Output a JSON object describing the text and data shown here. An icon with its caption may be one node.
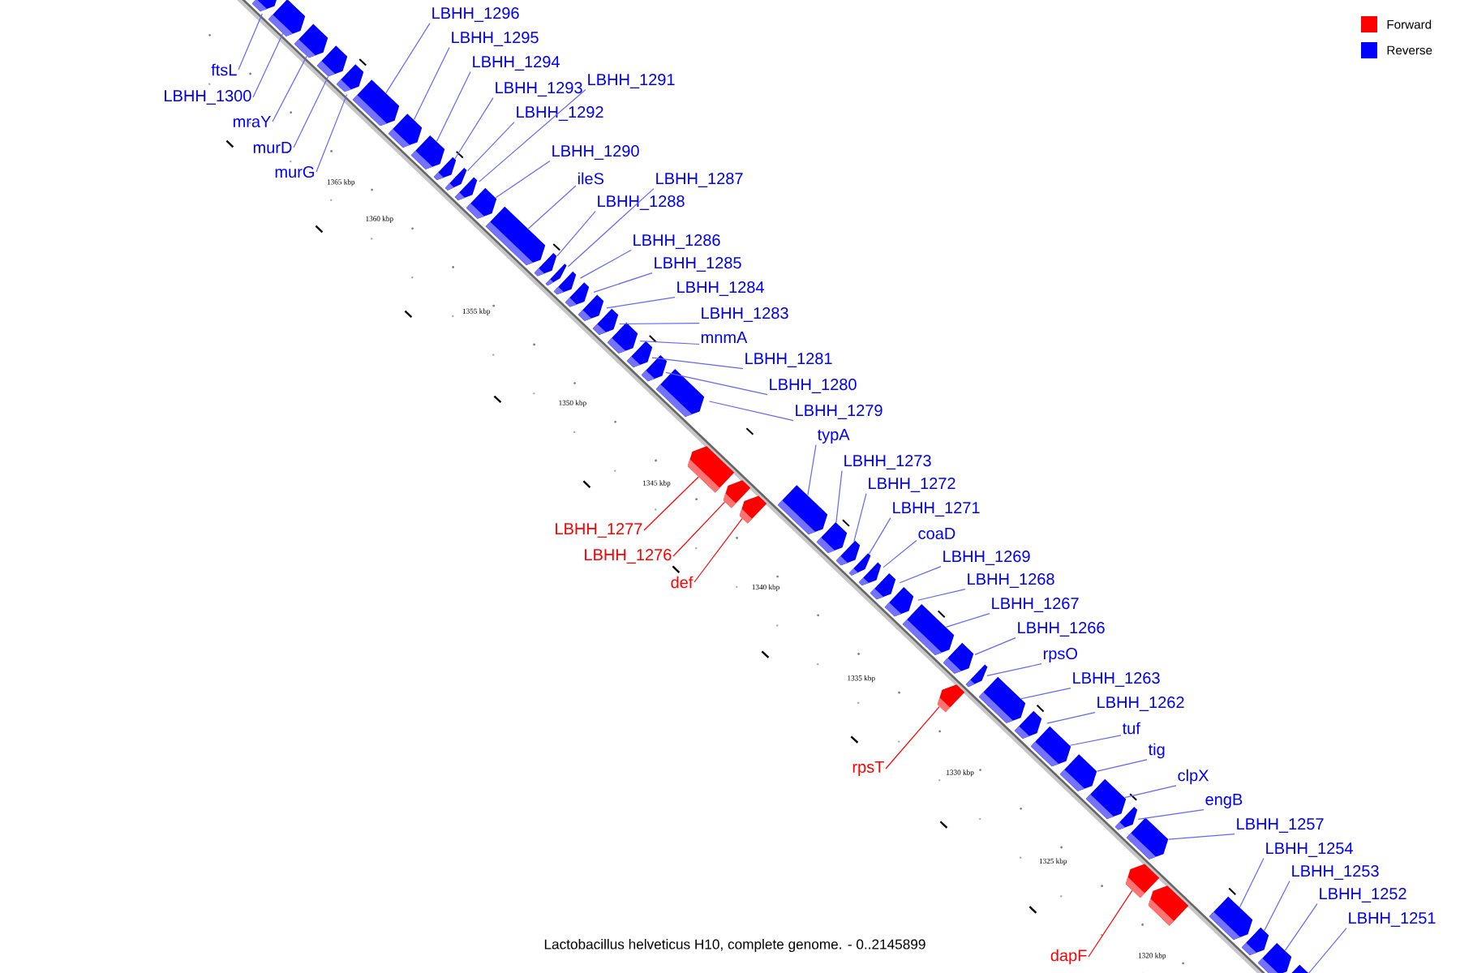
{
  "diagram": {
    "caption": "Lactobacillus helveticus H10, complete genome. - 0..2145899",
    "nodes": [
      {
        "text": [
          "LBHH_1296"
        ]
      },
      {
        "text": [
          "LBHH_1295"
        ]
      },
      {
        "text": [
          "LBHH_1294"
        ]
      },
      {
        "text": [
          "LBHH_1293"
        ]
      },
      {
        "text": [
          "LBHH_1291"
        ]
      },
      {
        "text": [
          "LBHH_1292"
        ]
      },
      {
        "text": [
          "LBHH_1290"
        ]
      },
      {
        "text": [
          "ileS"
        ]
      },
      {
        "text": [
          "LBHH_1287"
        ]
      },
      {
        "text": [
          "LBHH_1288"
        ]
      },
      {
        "text": [
          "LBHH_1286"
        ]
      },
      {
        "text": [
          "LBHH_1285"
        ]
      },
      {
        "text": [
          "LBHH_1284"
        ]
      },
      {
        "text": [
          "LBHH_1283"
        ]
      },
      {
        "text": [
          "mnmA"
        ]
      },
      {
        "text": [
          "LBHH_1281"
        ]
      },
      {
        "text": [
          "LBHH_1280"
        ]
      },
      {
        "text": [
          "LBHH_1279"
        ]
      },
      {
        "text": [
          "typA"
        ]
      },
      {
        "text": [
          "LBHH_1273"
        ]
      },
      {
        "text": [
          "LBHH_1272"
        ]
      },
      {
        "text": [
          "LBHH_1271"
        ]
      },
      {
        "text": [
          "coaD"
        ]
      },
      {
        "text": [
          "LBHH_1269"
        ]
      },
      {
        "text": [
          "LBHH_1268"
        ]
      },
      {
        "text": [
          "LBHH_1267"
        ]
      },
      {
        "text": [
          "LBHH_1266"
        ]
      },
      {
        "text": [
          "rpsO"
        ]
      },
      {
        "text": [
          "LBHH_1263"
        ]
      },
      {
        "text": [
          "LBHH_1262"
        ]
      },
      {
        "text": [
          "tuf"
        ]
      },
      {
        "text": [
          "tig"
        ]
      },
      {
        "text": [
          "clpX"
        ]
      },
      {
        "text": [
          "engB"
        ]
      },
      {
        "text": [
          "LBHH_1257"
        ]
      },
      {
        "text": [
          "LBHH_1254"
        ]
      },
      {
        "text": [
          "LBHH_1253"
        ]
      },
      {
        "text": [
          "LBHH_1252"
        ]
      },
      {
        "text": [
          "LBHH_1251"
        ]
      },
      {
        "text": [
          "ftsL"
        ]
      },
      {
        "text": [
          "LBHH_1300"
        ]
      },
      {
        "text": [
          "mraY"
        ]
      },
      {
        "text": [
          "murD"
        ]
      },
      {
        "text": [
          "murG"
        ]
      },
      {
        "text": [
          "LBHH_1277"
        ]
      },
      {
        "text": [
          "LBHH_1276"
        ]
      },
      {
        "text": [
          "def"
        ]
      },
      {
        "text": [
          "rpsT"
        ]
      },
      {
        "text": [
          "dapF"
        ]
      },
      {
        "text": [],
        "shape": "box"
      },
      {
        "text": [],
        "shape": "box"
      },
      {
        "text": [],
        "shape": "box"
      },
      {
        "text": [],
        "shape": "box"
      },
      {
        "text": [],
        "shape": "box"
      },
      {
        "text": [],
        "shape": "box"
      },
      {
        "text": [],
        "shape": "box"
      },
      {
        "text": [],
        "shape": "box"
      },
      {
        "text": [],
        "shape": "box"
      },
      {
        "text": [],
        "shape": "box"
      },
      {
        "text": [],
        "shape": "box"
      },
      {
        "text": [],
        "shape": "box"
      },
      {
        "text": [],
        "shape": "box"
      },
      {
        "text": [],
        "shape": "box"
      },
      {
        "text": [],
        "shape": "box"
      },
      {
        "text": [],
        "shape": "box"
      },
      {
        "text": [],
        "shape": "box"
      },
      {
        "text": [],
        "shape": "box"
      },
      {
        "text": [],
        "shape": "box"
      },
      {
        "text": [],
        "shape": "box"
      },
      {
        "text": [],
        "shape": "box"
      },
      {
        "text": [],
        "shape": "box"
      },
      {
        "text": [],
        "shape": "box"
      },
      {
        "text": [],
        "shape": "box"
      },
      {
        "text": [],
        "shape": "box"
      },
      {
        "text": [],
        "shape": "box"
      },
      {
        "text": [],
        "shape": "box"
      },
      {
        "text": [],
        "shape": "box"
      },
      {
        "text": [],
        "shape": "box"
      },
      {
        "text": [],
        "shape": "box"
      },
      {
        "text": [],
        "shape": "box"
      },
      {
        "text": [],
        "shape": "box"
      },
      {
        "text": [],
        "shape": "box"
      },
      {
        "text": [],
        "shape": "box"
      },
      {
        "text": [],
        "shape": "box"
      },
      {
        "text": [],
        "shape": "box"
      },
      {
        "text": [],
        "shape": "box"
      },
      {
        "text": [],
        "shape": "box"
      },
      {
        "text": [],
        "shape": "box"
      },
      {
        "text": [],
        "shape": "box"
      },
      {
        "text": [],
        "shape": "box"
      },
      {
        "text": [],
        "shape": "box"
      },
      {
        "text": [],
        "shape": "box"
      },
      {
        "text": [],
        "shape": "box"
      },
      {
        "text": [],
        "shape": "box"
      },
      {
        "text": [],
        "shape": "box"
      },
      {
        "text": [],
        "shape": "box"
      },
      {
        "text": [],
        "shape": "box"
      },
      {
        "text": [],
        "shape": "box"
      },
      {
        "text": [],
        "shape": "box"
      }
    ],
    "edges": [
      {
        "from": 0,
        "to": 54,
        "arrow": "none"
      },
      {
        "from": 1,
        "to": 55,
        "arrow": "none"
      },
      {
        "from": 2,
        "to": 56,
        "arrow": "none"
      },
      {
        "from": 3,
        "to": 57,
        "arrow": "none"
      },
      {
        "from": 4,
        "to": 59,
        "arrow": "none"
      },
      {
        "from": 5,
        "to": 58,
        "arrow": "none"
      },
      {
        "from": 6,
        "to": 60,
        "arrow": "none"
      },
      {
        "from": 7,
        "to": 61,
        "arrow": "none"
      },
      {
        "from": 8,
        "to": 63,
        "arrow": "none"
      },
      {
        "from": 9,
        "to": 62,
        "arrow": "none"
      },
      {
        "from": 10,
        "to": 64,
        "arrow": "none"
      },
      {
        "from": 11,
        "to": 65,
        "arrow": "none"
      },
      {
        "from": 12,
        "to": 66,
        "arrow": "none"
      },
      {
        "from": 13,
        "to": 67,
        "arrow": "none"
      },
      {
        "from": 14,
        "to": 68,
        "arrow": "none"
      },
      {
        "from": 15,
        "to": 69,
        "arrow": "none"
      },
      {
        "from": 16,
        "to": 70,
        "arrow": "none"
      },
      {
        "from": 17,
        "to": 71,
        "arrow": "none"
      },
      {
        "from": 18,
        "to": 75,
        "arrow": "none"
      },
      {
        "from": 19,
        "to": 76,
        "arrow": "none"
      },
      {
        "from": 20,
        "to": 77,
        "arrow": "none"
      },
      {
        "from": 21,
        "to": 78,
        "arrow": "none"
      },
      {
        "from": 22,
        "to": 79,
        "arrow": "none"
      },
      {
        "from": 23,
        "to": 80,
        "arrow": "none"
      },
      {
        "from": 24,
        "to": 81,
        "arrow": "none"
      },
      {
        "from": 25,
        "to": 82,
        "arrow": "none"
      },
      {
        "from": 26,
        "to": 83,
        "arrow": "none"
      },
      {
        "from": 27,
        "to": 85,
        "arrow": "none"
      },
      {
        "from": 28,
        "to": 86,
        "arrow": "none"
      },
      {
        "from": 29,
        "to": 87,
        "arrow": "none"
      },
      {
        "from": 30,
        "to": 88,
        "arrow": "none"
      },
      {
        "from": 31,
        "to": 89,
        "arrow": "none"
      },
      {
        "from": 32,
        "to": 90,
        "arrow": "none"
      },
      {
        "from": 33,
        "to": 91,
        "arrow": "none"
      },
      {
        "from": 34,
        "to": 92,
        "arrow": "none"
      },
      {
        "from": 35,
        "to": 95,
        "arrow": "none"
      },
      {
        "from": 36,
        "to": 96,
        "arrow": "none"
      },
      {
        "from": 37,
        "to": 97,
        "arrow": "none"
      },
      {
        "from": 38,
        "to": 98,
        "arrow": "none"
      },
      {
        "from": 39,
        "to": 49,
        "arrow": "none"
      },
      {
        "from": 40,
        "to": 50,
        "arrow": "none"
      },
      {
        "from": 41,
        "to": 51,
        "arrow": "none"
      },
      {
        "from": 42,
        "to": 52,
        "arrow": "none"
      },
      {
        "from": 43,
        "to": 53,
        "arrow": "none"
      },
      {
        "from": 44,
        "to": 72,
        "arrow": "none",
        "color": "#ff0000"
      },
      {
        "from": 45,
        "to": 73,
        "arrow": "none",
        "color": "#ff0000"
      },
      {
        "from": 46,
        "to": 74,
        "arrow": "none",
        "color": "#ff0000"
      },
      {
        "from": 47,
        "to": 84,
        "arrow": "none",
        "color": "#ff0000"
      },
      {
        "from": 48,
        "to": 93,
        "arrow": "none",
        "color": "#ff0000"
      }
    ],
    "labels": [
      "1365 kbp",
      "1360 kbp",
      "1355 kbp",
      "1350 kbp",
      "1345 kbp",
      "1340 kbp",
      "1335 kbp",
      "1330 kbp",
      "1325 kbp",
      "1320 kbp"
    ],
    "legend": [
      {
        "text": "Forward",
        "color": "#ff0000"
      },
      {
        "text": "Reverse",
        "color": "#0000ff"
      }
    ]
  }
}
